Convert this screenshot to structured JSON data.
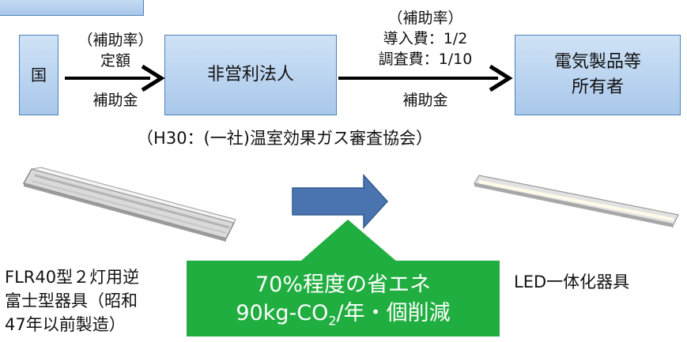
{
  "flow": {
    "country": "国",
    "left_rate_label": "（補助率）",
    "left_rate_value": "定額",
    "left_subsidy": "補助金",
    "nonprofit": "非営利法人",
    "right_rate_label": "（補助率）",
    "right_rate_intro": "導入費：1/2",
    "right_rate_survey": "調査費：1/10",
    "right_subsidy": "補助金",
    "owner_line1": "電気製品等",
    "owner_line2": "所有者",
    "organization_note": "（H30：(一社)温室効果ガス審査協会）"
  },
  "lamps": {
    "old_caption_line1": "FLR40型２灯用逆",
    "old_caption_line2": "富士型器具（昭和",
    "old_caption_line3": "47年以前製造）",
    "new_caption": "LED一体化器具"
  },
  "effect": {
    "line1": "70%程度の省エネ",
    "line2_prefix": "90kg-CO",
    "line2_sub": "2",
    "line2_suffix": "/年・個削減"
  },
  "colors": {
    "box_border": "#4f81bd",
    "box_fill": "#b8d2ee",
    "green": "#1fae3f",
    "blue_arrow": "#4a74b0"
  }
}
